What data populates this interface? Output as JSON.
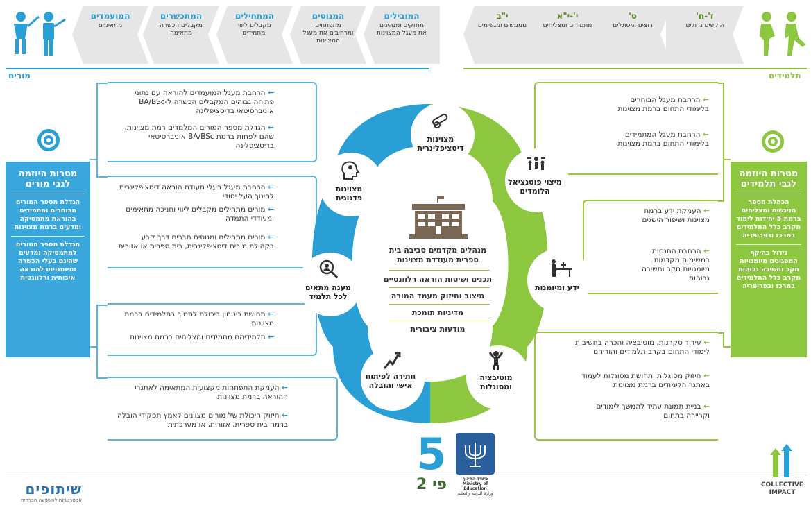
{
  "teachers_flow": [
    {
      "title": "המובילים",
      "desc": "מחזקים ומנהיגים את מעגל המצוינות"
    },
    {
      "title": "המנוסים",
      "desc": "מתפתחים ומרחיבים את מעגל המצוינות"
    },
    {
      "title": "המתחילים",
      "desc": "מקבלים ליווי ומתמידים"
    },
    {
      "title": "המתכשרים",
      "desc": "מקבלים הכשרה מתאימה"
    },
    {
      "title": "המועמדים",
      "desc": "מתאימים"
    }
  ],
  "students_flow": [
    {
      "title": "י\"ב",
      "desc": "מממשים ומגשימים"
    },
    {
      "title": "י'-י\"א",
      "desc": "מתמידים ומצליחים"
    },
    {
      "title": "ט'",
      "desc": "רוצים ומסוגלים"
    },
    {
      "title": "ז'-ח'",
      "desc": "היקפים גדולים"
    }
  ],
  "labels": {
    "teachers": "מורים",
    "students": "תלמידים"
  },
  "teachers_goals": {
    "title": "מטרות היוזמה לגבי מורים",
    "items": [
      "הגדלת מספר המורים הבוחרים ומתמידים בהוראת מתמטיקה ומדעים ברמת מצוינות",
      "הגדלת מספר המורים למתמטיקה ומדעים שהינם בעלי הכשרה ומיומנויות להוראה איכותית ורלוונטית"
    ]
  },
  "students_goals": {
    "title": "מטרות היוזמה לגבי תלמידים",
    "items": [
      "הכפלת מספר הניגשים ומצליחים ברמת 5 יחידות לימוד מקרב כלל התלמידים במרכז ובפריפריה",
      "גידול בהיקף המפגינים מיומנויות חקר וחשיבה גבוהות מקרב כלל התלמידים במרכז ובפריפריה"
    ]
  },
  "left_boxes": [
    [
      "הרחבת מעגל המועמדים להוראה עם נתוני פתיחה גבוהים המקבלים הכשרה ל-BA/BSc אוניברסיטאי בדיסציפלינה",
      "הגדלת מספר המורים המלמדים רמת מצוינות, שהם לפחות ברמת BA/BSc אוניברסיטאי בדיסציפלינה"
    ],
    [
      "הרחבת מעגל בעלי תעודת הוראה דיסציפלינרית לחינוך העל יסודי",
      "מורים מתחילים מקבלים ליווי וחניכה מתאימים ומעודדי התמדה",
      "מורים מתחילים ומנוסים חברים דרך קבע בקהילת מורים דיסציפלינרית, בית ספרית או אזורית"
    ],
    [
      "תחושת ביטחון ביכולת לתמוך בתלמידים ברמת מצוינות",
      "תלמידיהם מתמידים ומצליחים ברמת מצוינות"
    ],
    [
      "העמקת התפתחות מקצועית המתאימה לאתגרי ההוראה ברמת מצוינות",
      "חיזוק היכולת של מורים מצוינים לאמץ תפקידי הובלה ברמה בית ספרית, אזורית, או מערכתית"
    ]
  ],
  "right_boxes": [
    [
      "הרחבת מעגל הבוחרים בלימודי התחום ברמת מצוינות",
      "הרחבת מעגל המתמידים בלימודי התחום ברמת מצוינות"
    ],
    [
      "העמקת ידע ברמת מצוינות ושיפור הישגים",
      "הרחבת התנסות במשימות מקדמות מיומנויות חקר וחשיבה גבוהות"
    ],
    [
      "עידוד סקרנות, מוטיבציה והכרה בחשיבות לימודי התחום בקרב תלמידים והוריהם",
      "חיזוק מסוגלות ותחושת מסוגלות לעמוד באתגר הלימודים ברמת מצוינות",
      "בניית תמונת עתיד להמשך לימודים וקריירה בתחום"
    ]
  ],
  "petals": {
    "p1": "מצוינות דיסציפלינרית",
    "p2": "מצוינות פדגוגית",
    "p3": "מענה מתאים לכל תלמיד",
    "p4": "חתירה לפיתוח אישי והובלה",
    "p5": "מיצוי פוטנציאל הלומדים",
    "p6": "ידע ומיומנות",
    "p7": "מוטיבציה ומסוגלות"
  },
  "center_items": [
    "מנהלים מקדמים סביבה בית ספרית מעודדת מצוינות",
    "תכנים ושיטות הוראה רלוונטיים",
    "מיצוב וחיזוק מעמד המורה",
    "מדיניות תומכת",
    "מודעות ציבורית"
  ],
  "logos": {
    "left_name": "שיתופים",
    "left_sub": "אסטרטגיות להשפעה חברתית",
    "ministry_he": "משרד החינוך",
    "ministry_en": "Ministry of Education",
    "ministry_ar": "وزارة التربية والتعليم",
    "five_label": "5",
    "five_sub": "פי 2",
    "ci_1": "COLLECTIVE",
    "ci_2": "IMPACT"
  },
  "colors": {
    "blue": "#2a9fd6",
    "green": "#8dc63f",
    "gray_chev": "#e6e6e6",
    "panel_blue": "#3aa7dc",
    "panel_green": "#8dc63f",
    "building": "#7a6855"
  }
}
